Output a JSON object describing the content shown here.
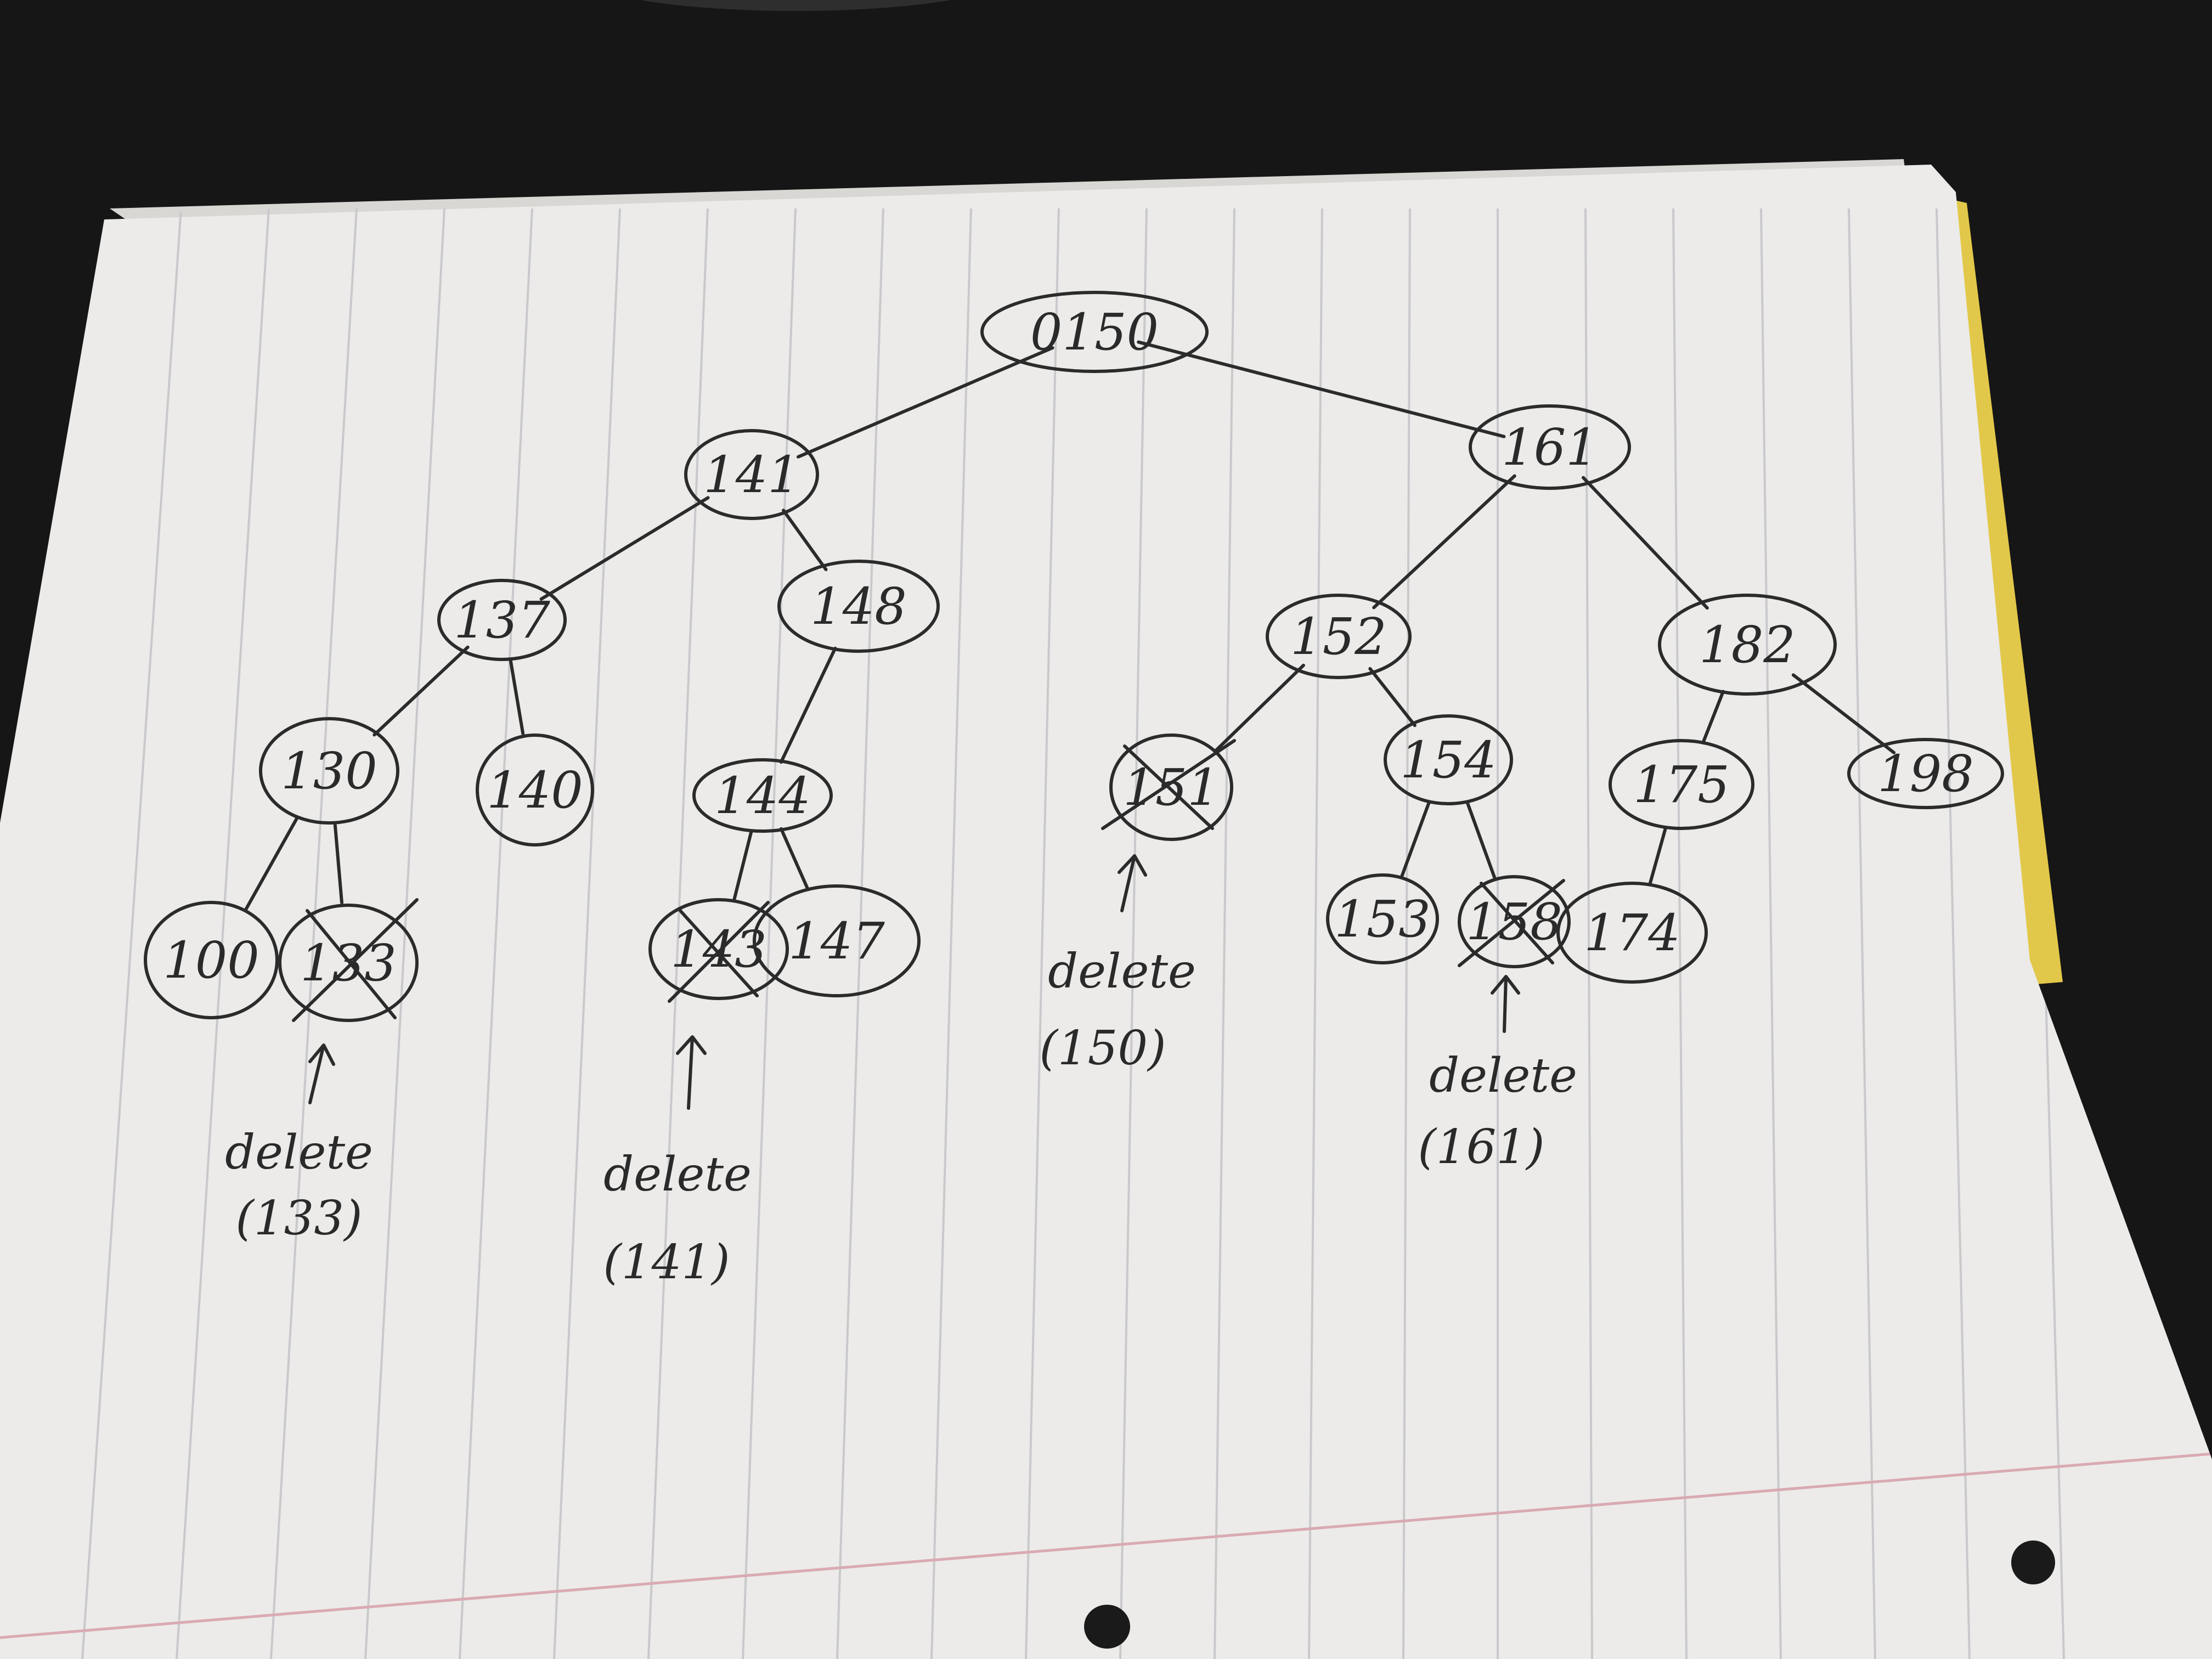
{
  "colors": {
    "desk": "#161616",
    "paper": "#ecebe9",
    "rule_line": "#c9c9cc",
    "margin_line": "#d9aab2",
    "ink": "#2b2b2b",
    "yellow_page_edge": "#e2c84a"
  },
  "diagram": {
    "nodes": [
      {
        "id": "n150",
        "label": "0150",
        "crossed": false
      },
      {
        "id": "n141",
        "label": "141",
        "crossed": false
      },
      {
        "id": "n161",
        "label": "161",
        "crossed": false
      },
      {
        "id": "n137",
        "label": "137",
        "crossed": false
      },
      {
        "id": "n148a",
        "label": "148",
        "crossed": false
      },
      {
        "id": "n152",
        "label": "152",
        "crossed": false
      },
      {
        "id": "n182",
        "label": "182",
        "crossed": false
      },
      {
        "id": "n130",
        "label": "130",
        "crossed": false
      },
      {
        "id": "n140",
        "label": "140",
        "crossed": false
      },
      {
        "id": "n144",
        "label": "144",
        "crossed": false
      },
      {
        "id": "n151",
        "label": "151",
        "crossed": true
      },
      {
        "id": "n154",
        "label": "154",
        "crossed": false
      },
      {
        "id": "n175",
        "label": "175",
        "crossed": false
      },
      {
        "id": "n198",
        "label": "198",
        "crossed": false
      },
      {
        "id": "n100",
        "label": "100",
        "crossed": false
      },
      {
        "id": "n133",
        "label": "133",
        "crossed": true
      },
      {
        "id": "n143",
        "label": "143",
        "crossed": true
      },
      {
        "id": "n147",
        "label": "147",
        "crossed": false
      },
      {
        "id": "n153",
        "label": "153",
        "crossed": false
      },
      {
        "id": "n158",
        "label": "158",
        "crossed": true
      },
      {
        "id": "n174",
        "label": "174",
        "crossed": false
      }
    ],
    "edges": [
      [
        "n150",
        "n141"
      ],
      [
        "n150",
        "n161"
      ],
      [
        "n141",
        "n137"
      ],
      [
        "n141",
        "n148a"
      ],
      [
        "n161",
        "n152"
      ],
      [
        "n161",
        "n182"
      ],
      [
        "n137",
        "n130"
      ],
      [
        "n137",
        "n140"
      ],
      [
        "n148a",
        "n144"
      ],
      [
        "n152",
        "n151"
      ],
      [
        "n152",
        "n154"
      ],
      [
        "n182",
        "n175"
      ],
      [
        "n182",
        "n198"
      ],
      [
        "n130",
        "n100"
      ],
      [
        "n130",
        "n133"
      ],
      [
        "n144",
        "n143"
      ],
      [
        "n144",
        "n147"
      ],
      [
        "n154",
        "n153"
      ],
      [
        "n154",
        "n158"
      ],
      [
        "n175",
        "n174"
      ]
    ],
    "annotations": [
      {
        "id": "a133",
        "target": "n133",
        "word": "delete",
        "value": "(133)"
      },
      {
        "id": "a141",
        "target": "n143",
        "word": "delete",
        "value": "(141)"
      },
      {
        "id": "a150",
        "target": "n151",
        "word": "delete",
        "value": "(150)"
      },
      {
        "id": "a161",
        "target": "n158",
        "word": "delete",
        "value": "(161)"
      }
    ]
  }
}
